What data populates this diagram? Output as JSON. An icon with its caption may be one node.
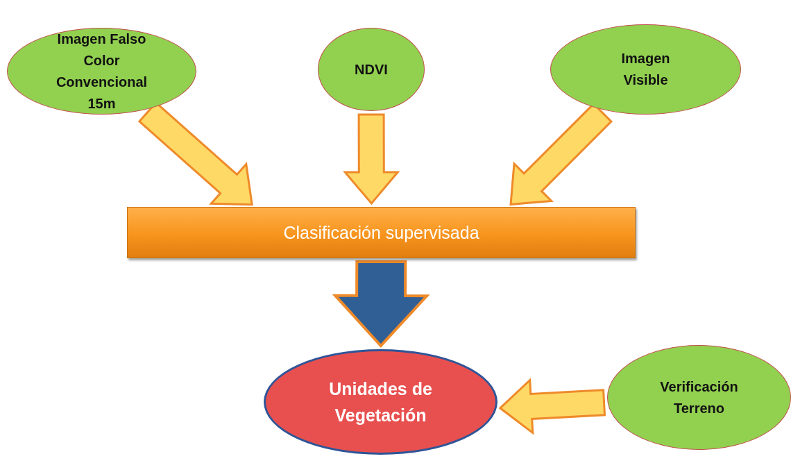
{
  "diagram": {
    "nodes": [
      {
        "text": [
          "Imagen Falso Color Convencional 15m"
        ]
      },
      {
        "text": [
          "NDVI"
        ]
      },
      {
        "text": [
          "Imagen Visible"
        ]
      },
      {
        "text": [
          "Clasificación supervisada"
        ]
      },
      {
        "text": [
          "Unidades de Vegetación"
        ]
      },
      {
        "text": [
          "Verificación Terreno"
        ]
      }
    ],
    "edges": [
      {
        "from": 0,
        "to": 3,
        "arrow": "to"
      },
      {
        "from": 1,
        "to": 3,
        "arrow": "to"
      },
      {
        "from": 2,
        "to": 3,
        "arrow": "to"
      },
      {
        "from": 3,
        "to": 4,
        "arrow": "to",
        "style": "thick",
        "color": "#2f5f95"
      },
      {
        "from": 5,
        "to": 4,
        "arrow": "to"
      }
    ]
  }
}
